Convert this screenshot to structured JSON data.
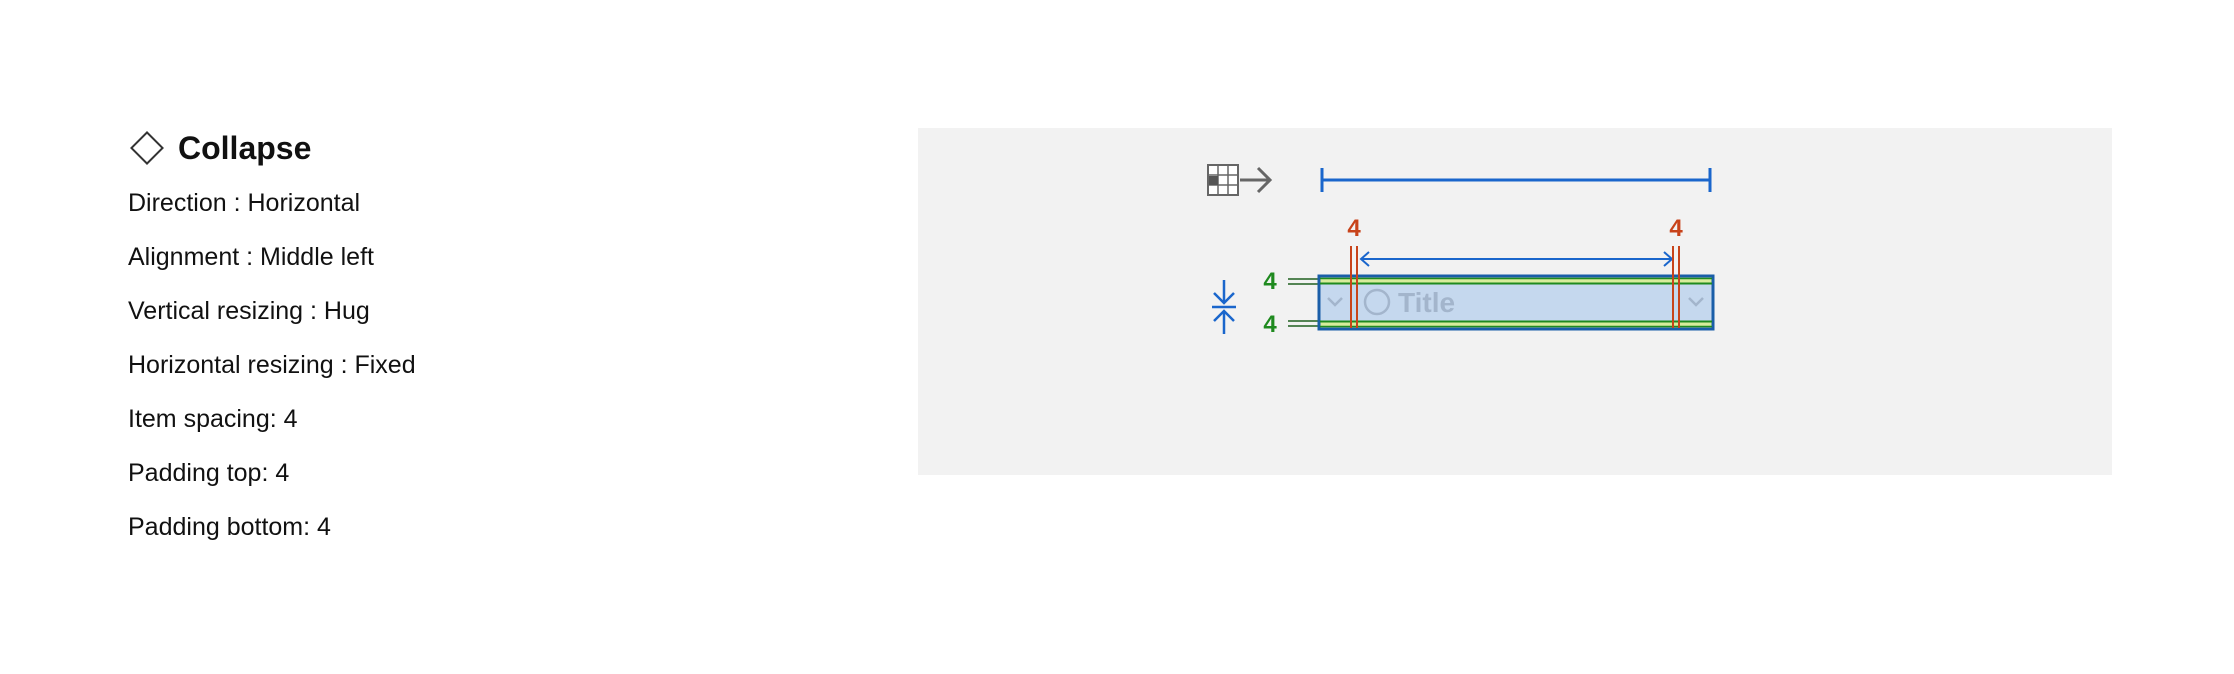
{
  "component": {
    "title": "Collapse",
    "icon": "diamond-icon"
  },
  "properties": [
    {
      "key": "Direction",
      "sep": " : ",
      "value": "Horizontal"
    },
    {
      "key": "Alignment",
      "sep": " : ",
      "value": "Middle left"
    },
    {
      "key": "Vertical resizing",
      "sep": " : ",
      "value": "Hug"
    },
    {
      "key": "Horizontal resizing",
      "sep": " : ",
      "value": "Fixed"
    },
    {
      "key": "Item spacing",
      "sep": ": ",
      "value": "4"
    },
    {
      "key": "Padding top",
      "sep": ": ",
      "value": "4"
    },
    {
      "key": "Padding bottom",
      "sep": ": ",
      "value": "4"
    }
  ],
  "diagram": {
    "spacing_left": "4",
    "spacing_right": "4",
    "padding_top": "4",
    "padding_bottom": "4",
    "item_title": "Title",
    "icons": {
      "layout_direction": "grid-arrow-right-icon",
      "vertical_hug": "arrows-inward-vertical-icon",
      "chevron_left": "chevron-down-icon",
      "chevron_right": "chevron-down-icon",
      "item_icon": "circle-icon"
    },
    "colors": {
      "width_line": "#1a66cc",
      "spacing": "#c8431a",
      "padding": "#1f8a1f",
      "frame_fill": "#c5d8ee",
      "frame_border": "#1a5ea8",
      "padding_fill": "#d8ec9c",
      "content_text": "#a3b5cc"
    }
  }
}
